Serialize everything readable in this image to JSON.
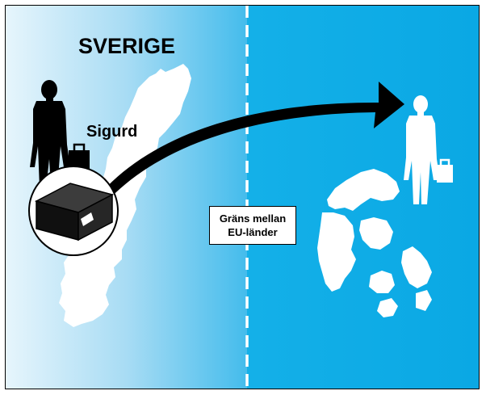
{
  "title": "SVERIGE",
  "person_label": "Sigurd",
  "border_label": {
    "line1": "Gräns mellan",
    "line2": "EU-länder"
  },
  "colors": {
    "left_gradient_light": "#e4f4fc",
    "left_gradient_dark": "#44bcec",
    "right_background": "#0aaae6",
    "border_line": "#ffffff",
    "silhouette": "#000000",
    "map": "#ffffff"
  },
  "icons": [
    "businessman-icon",
    "briefcase-icon",
    "package-icon",
    "arrow-icon"
  ]
}
